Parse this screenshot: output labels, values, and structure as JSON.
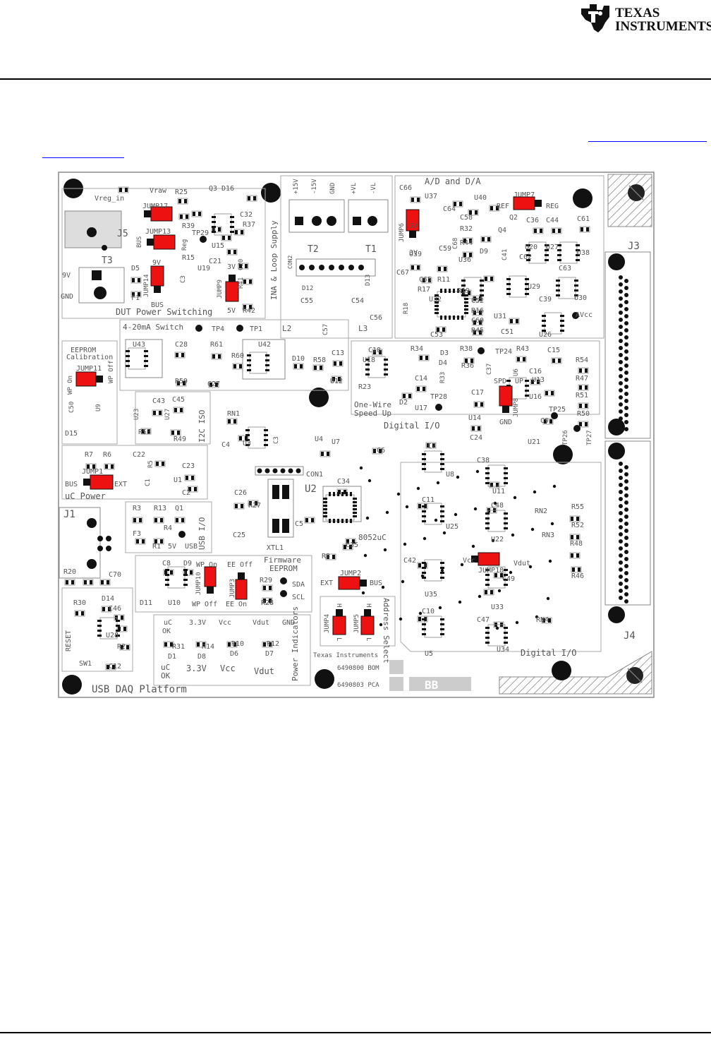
{
  "logo": {
    "line1": "TEXAS",
    "line2": "INSTRUMENTS",
    "brand_color": "#c00000"
  },
  "board": {
    "title": "USB DAQ Platform",
    "texts": {
      "vreg_in": "Vreg_in",
      "vraw": "Vraw",
      "r25": "R25",
      "q3": "Q3",
      "d16": "D16",
      "jump17": "JUMP17",
      "jump13": "JUMP13",
      "j5": "J5",
      "c32": "C32",
      "r37": "R37",
      "r39": "R39",
      "tp29": "TP29",
      "u15": "U15",
      "bus_a": "BUS",
      "reg_a": "Reg",
      "t3": "T3",
      "9v_a": "9V",
      "gnd_a": "GND",
      "9v_b": "9V",
      "d5": "D5",
      "f1": "F1",
      "jump14": "JUMP14",
      "bus_b": "BUS",
      "c3": "C3",
      "r15": "R15",
      "u19": "U19",
      "c21": "C21",
      "3v_a": "3V",
      "jump9": "JUMP9",
      "5v_a": "5V",
      "r41": "R41",
      "r42": "R42",
      "c20": "C20",
      "dut_power": "DUT Power Switching",
      "p15v": "+15V",
      "m15v": "-15V",
      "gnd_b": "GND",
      "pvl": "+VL",
      "mvl": "-VL",
      "ina_loop": "INA & Loop Supply",
      "con2": "CON2",
      "t2": "T2",
      "t1": "T1",
      "d12": "D12",
      "d13": "D13",
      "c55": "C55",
      "c54": "C54",
      "c56": "C56",
      "c57": "C57",
      "l2": "L2",
      "l3": "L3",
      "ad_da": "A/D and D/A",
      "c66": "C66",
      "u37": "U37",
      "u40": "U40",
      "jump7": "JUMP7",
      "ref": "REF",
      "reg_b": "REG",
      "jump6": "JUMP6",
      "5v_b": "5V",
      "3v_b": "3V",
      "c64": "C64",
      "c58": "C58",
      "r32": "R32",
      "r44": "R44",
      "q4": "Q4",
      "q2": "Q2",
      "c36": "C36",
      "c44": "C44",
      "c61": "C61",
      "u39": "U39",
      "c59": "C59",
      "u36": "U36",
      "u20": "U20",
      "u27": "U27",
      "u38": "U38",
      "j3": "J3",
      "c67": "C67",
      "c65": "C65",
      "r11": "R11",
      "d9": "D9",
      "c41": "C41",
      "c62": "C62",
      "c63": "C63",
      "r17": "R17",
      "r19": "R19",
      "u29": "U29",
      "c68": "C68",
      "u32": "U32",
      "c52": "C52",
      "r16": "R16",
      "c60": "C60",
      "r45": "R45",
      "c53": "C53",
      "r18": "R18",
      "u31": "U31",
      "c51": "C51",
      "c39": "C39",
      "u30": "U30",
      "u26": "U26",
      "avcc": "AVcc",
      "c18": "C18",
      "r34": "R34",
      "d3": "D3",
      "d4": "D4",
      "r38": "R38",
      "tp24": "TP24",
      "r43": "R43",
      "c15": "C15",
      "r54": "R54",
      "r36": "R36",
      "c37": "C37",
      "u6": "U6",
      "spd": "SPD",
      "up": "UP",
      "c16": "C16",
      "r47": "R47",
      "u18": "U18",
      "c14": "C14",
      "r23": "R23",
      "r33": "R33",
      "d2": "D2",
      "u17": "U17",
      "tp28": "TP28",
      "c17": "C17",
      "u13": "U13",
      "u16": "U16",
      "jump8": "JUMP8",
      "gnd_c": "GND",
      "r51": "R51",
      "one_wire": "One-Wire",
      "speed_up": "Speed Up",
      "u14": "U14",
      "tp25": "TP25",
      "r50": "R50",
      "c9": "C9",
      "c24": "C24",
      "u21": "U21",
      "tp26": "TP26",
      "tp27": "TP27",
      "tp4": "TP4",
      "tp1": "TP1",
      "ma_switch": "4-20mA Switch",
      "u43": "U43",
      "c28": "C28",
      "r61": "R61",
      "u42": "U42",
      "r60": "R60",
      "d10": "D10",
      "r58": "R58",
      "c13": "C13",
      "u12": "U12",
      "r59": "R59",
      "c27": "C27",
      "eeprom": "EEPROM",
      "calibration": "Calibration",
      "jump11": "JUMP11",
      "wp_on": "WP On",
      "wp_off": "WP Off",
      "c50": "C50",
      "u9": "U9",
      "d15": "D15",
      "c43": "C43",
      "c45": "C45",
      "u23": "U23",
      "u27b": "U27",
      "i2c_iso": "I2C ISO",
      "r53": "R53",
      "r49": "R49",
      "rn1": "RN1",
      "c4": "C4",
      "u3": "U3",
      "c3b": "C3",
      "u4": "U4",
      "u7": "U7",
      "c6": "C6",
      "digital_io_a": "Digital I/O",
      "r7": "R7",
      "r6": "R6",
      "c22": "C22",
      "r5": "R5",
      "c23": "C23",
      "jump1": "JUMP1",
      "bus_c": "BUS",
      "ext_a": "EXT",
      "c1": "C1",
      "u1": "U1",
      "c2": "C2",
      "uc_power": "uC Power",
      "con1": "CON1",
      "c26": "C26",
      "r27": "R27",
      "u2": "U2",
      "c34": "C34",
      "c5": "C5",
      "c25": "C25",
      "xtl1": "XTL1",
      "c35": "C35",
      "r8": "R8",
      "uc8052": "8052uC",
      "c7": "C7",
      "u8": "U8",
      "c38": "C38",
      "u11": "U11",
      "c11": "C11",
      "u25": "U25",
      "c48": "C48",
      "rn2": "RN2",
      "r55": "R55",
      "r52": "R52",
      "u22": "U22",
      "rn3": "RN3",
      "r48": "R48",
      "c42": "C42",
      "vcc_a": "Vcc",
      "jump18": "JUMP18",
      "vdut_a": "Vdut",
      "r46": "R46",
      "u35": "U35",
      "c49": "C49",
      "u33": "U33",
      "rn4": "RN4",
      "c10": "C10",
      "c47": "C47",
      "u34": "U34",
      "u5": "U5",
      "digital_io_b": "Digital I/O",
      "j4": "J4",
      "j1": "J1",
      "r3": "R3",
      "r13": "R13",
      "q1": "Q1",
      "f3": "F3",
      "r4": "R4",
      "r1": "R1",
      "5v_c": "5V",
      "usb": "USB",
      "usb_io": "USB I/O",
      "d8b": "D8",
      "c8": "C8",
      "d9b": "D9",
      "jump10": "JUMP10",
      "jump3": "JUMP3",
      "wp_on_b": "WP On",
      "wp_off_b": "WP Off",
      "ee_off": "EE Off",
      "ee_on": "EE On",
      "firmware": "Firmware",
      "eeprom_b": "EEPROM",
      "r29": "R29",
      "sda": "SDA",
      "scl": "SCL",
      "r28": "R28",
      "d11": "D11",
      "u10": "U10",
      "r20": "R20",
      "c70": "C70",
      "jump2": "JUMP2",
      "ext_b": "EXT",
      "bus_d": "BUS",
      "address_select": "Address Select",
      "jump4": "JUMP4",
      "jump5": "JUMP5",
      "h_a": "H",
      "l_a": "L",
      "h_b": "H",
      "l_b": "L",
      "r30": "R30",
      "d14": "D14",
      "c46": "C46",
      "reset": "RESET",
      "u28": "U28",
      "r2": "R2",
      "sw1": "SW1",
      "c12": "C12",
      "uc_ok_a": "uC",
      "ok_a": "OK",
      "3v3_a": "3.3V",
      "vcc_b": "Vcc",
      "vdut_b": "Vdut",
      "gnd_d": "GND",
      "r31": "R31",
      "r14": "R14",
      "r10": "R10",
      "r12": "R12",
      "d1": "D1",
      "d8": "D8",
      "d6": "D6",
      "d7": "D7",
      "uc_ok_b": "uC",
      "ok_b": "OK",
      "3v3_b": "3.3V",
      "vcc_c": "Vcc",
      "vdut_c": "Vdut",
      "power_ind": "Power Indicators",
      "texas_instruments": "Texas Instruments",
      "bom": "6490800 BOM",
      "pca": "6490803 PCA",
      "bb": "BB"
    },
    "colors": {
      "jumper": "#ee1111",
      "silkscreen": "#555555",
      "pad": "#111111",
      "outline": "#888888"
    }
  }
}
